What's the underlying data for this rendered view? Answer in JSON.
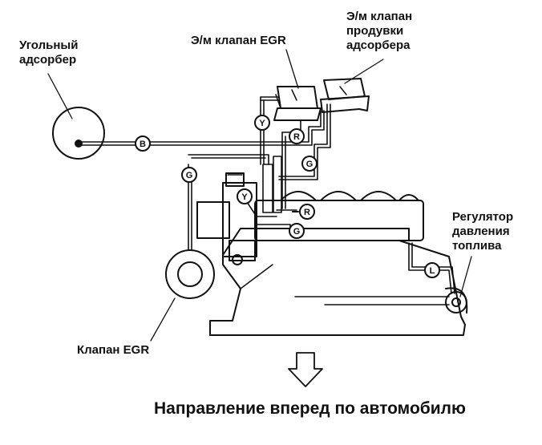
{
  "labels": {
    "charcoal_canister": "Угольный\nадсорбер",
    "egr_solenoid": "Э/м клапан EGR",
    "purge_solenoid": "Э/м клапан\nпродувки\nадсорбера",
    "fuel_pressure_regulator": "Регулятор\nдавления\nтоплива",
    "egr_valve": "Клапан EGR",
    "forward_direction": "Направление вперед по автомобилю"
  },
  "hose_codes": {
    "b": "B",
    "y_upper": "Y",
    "r_upper": "R",
    "g_right": "G",
    "g_left": "G",
    "y_lower": "Y",
    "r_lower": "R",
    "g_lower": "G",
    "l": "L"
  }
}
